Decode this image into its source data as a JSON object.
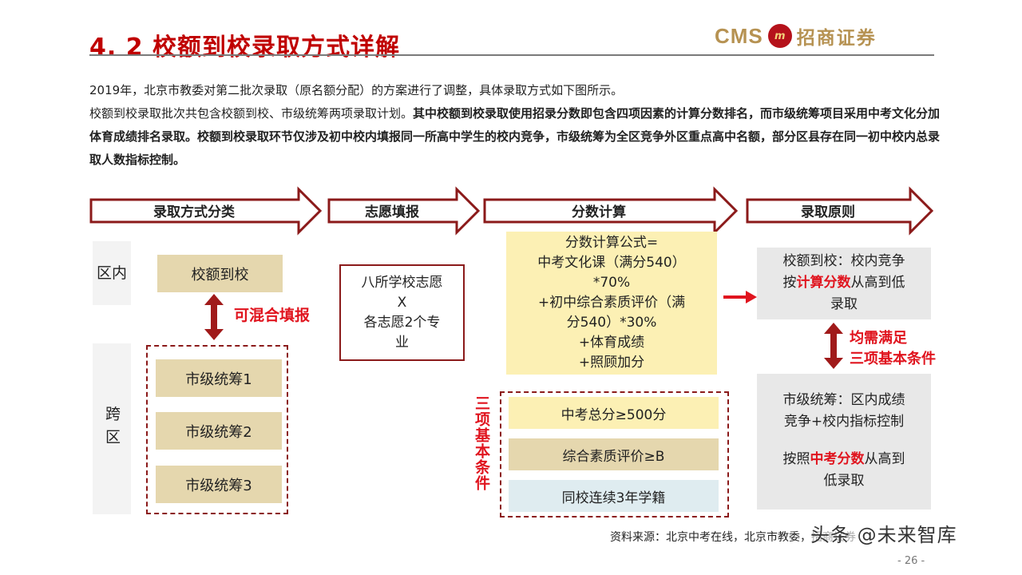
{
  "header": {
    "title": "4. 2  校额到校录取方式详解",
    "logo_en": "CMS",
    "logo_emblem": "m",
    "logo_cn": "招商证券"
  },
  "intro": {
    "p1": "2019年，北京市教委对第二批次录取（原名额分配）的方案进行了调整，具体录取方式如下图所示。",
    "p2_normal": "校额到校录取批次共包含校额到校、市级统筹两项录取计划。",
    "p2_bold": "其中校额到校录取使用招录分数即包含四项因素的计算分数排名，而市级统筹项目采用中考文化分加体育成绩排名录取。校额到校录取环节仅涉及初中校内填报同一所高中学生的校内竞争，市级统筹为全区竞争外区重点高中名额，部分区县存在同一初中校内总录取人数指标控制。"
  },
  "stages": [
    "录取方式分类",
    "志愿填报",
    "分数计算",
    "录取原则"
  ],
  "classify": {
    "inner_label": "区内",
    "cross_label": "跨区",
    "school_quota": "校额到校",
    "mixable": "可混合填报",
    "city_items": [
      "市级统筹1",
      "市级统筹2",
      "市级统筹3"
    ]
  },
  "wish": {
    "lines": [
      "八所学校志愿",
      "X",
      "各志愿2个专",
      "业"
    ]
  },
  "formula": {
    "lines": [
      "分数计算公式=",
      "中考文化课（满分540）",
      "*70%",
      "+初中综合素质评价（满",
      "分540）*30%",
      "+体育成绩",
      "+照顾加分"
    ]
  },
  "conditions": {
    "label": "三项基本条件",
    "items": [
      "中考总分≥500分",
      "综合素质评价≥B",
      "同校连续3年学籍"
    ],
    "colors": [
      "#fcf0b4",
      "#e5d7ae",
      "#dfecf0"
    ]
  },
  "principle": {
    "quota_line1": "校额到校：校内竞争",
    "quota_pre": "按",
    "quota_hl": "计算分数",
    "quota_post": "从高到低",
    "quota_line3": "录取",
    "must_meet_1": "均需满足",
    "must_meet_2": "三项基本条件",
    "city_line1": "市级统筹：区内成绩",
    "city_line2": "竞争+校内指标控制",
    "city_pre": "按照",
    "city_hl": "中考分数",
    "city_post": "从高到",
    "city_line4": "低录取"
  },
  "footer": {
    "source": "资料来源：北京中考在线，北京市教委，招商证券",
    "watermark": "头条 @未来智库",
    "page": "- 26 -"
  },
  "colors": {
    "accent_red": "#c00000",
    "highlight_red": "#e0141e",
    "dark_red": "#8b1a1a",
    "tan": "#e5d7ae",
    "yellow": "#fcf0b4",
    "gray": "#e8e8e8"
  }
}
